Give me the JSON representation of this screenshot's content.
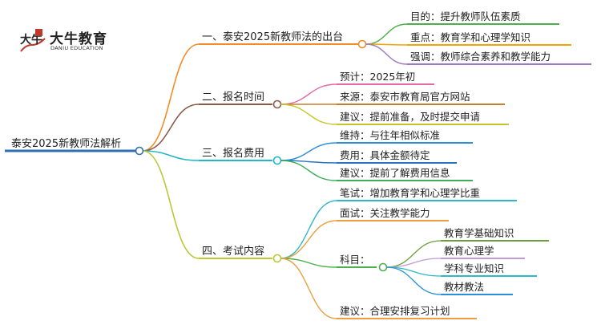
{
  "logo": {
    "name_cn": "大牛教育",
    "name_en": "DANIU EDUCATION",
    "mark": "大牛"
  },
  "colors": {
    "root": "#2f6fb5",
    "b1": "#f28c28",
    "b2": "#8b5a4a",
    "b3": "#1fb6c9",
    "b4": "#bcc83a",
    "l1a": "#4cae4c",
    "l1b": "#f0a500",
    "l1c": "#a176c9",
    "l2a": "#e46aa9",
    "l2b": "#c77d2e",
    "l2c": "#c6c62a",
    "l3a": "#2a8fd6",
    "l3b": "#2a73c4",
    "l3c": "#3cae5a",
    "l4a": "#2fb8c9",
    "l4b": "#e8a040",
    "l4s": "#4cae4c",
    "l4d": "#e8a040",
    "s1": "#6b9e3f",
    "s2": "#c29ad6",
    "s3": "#2fb8c9",
    "s4": "#2a8fd6"
  },
  "mindmap": {
    "root": "泰安2025新教师法解析",
    "branches": [
      {
        "label": "一、泰安2025新教师法的出台",
        "children": [
          "目的：提升教师队伍素质",
          "重点：教育学和心理学知识",
          "强调：教师综合素养和教学能力"
        ]
      },
      {
        "label": "二、报名时间",
        "children": [
          "预计：2025年初",
          "来源：泰安市教育局官方网站",
          "建议：提前准备，及时提交申请"
        ]
      },
      {
        "label": "三、报名费用",
        "children": [
          "维持：与往年相似标准",
          "费用：具体金额待定",
          "建议：提前了解费用信息"
        ]
      },
      {
        "label": "四、考试内容",
        "children": [
          {
            "label": "笔试：增加教育学和心理学比重"
          },
          {
            "label": "面试：关注教学能力"
          },
          {
            "label": "科目：",
            "children": [
              "教育学基础知识",
              "教育心理学",
              "学科专业知识",
              "教材教法"
            ]
          },
          {
            "label": "建议：合理安排复习计划"
          }
        ]
      }
    ]
  }
}
